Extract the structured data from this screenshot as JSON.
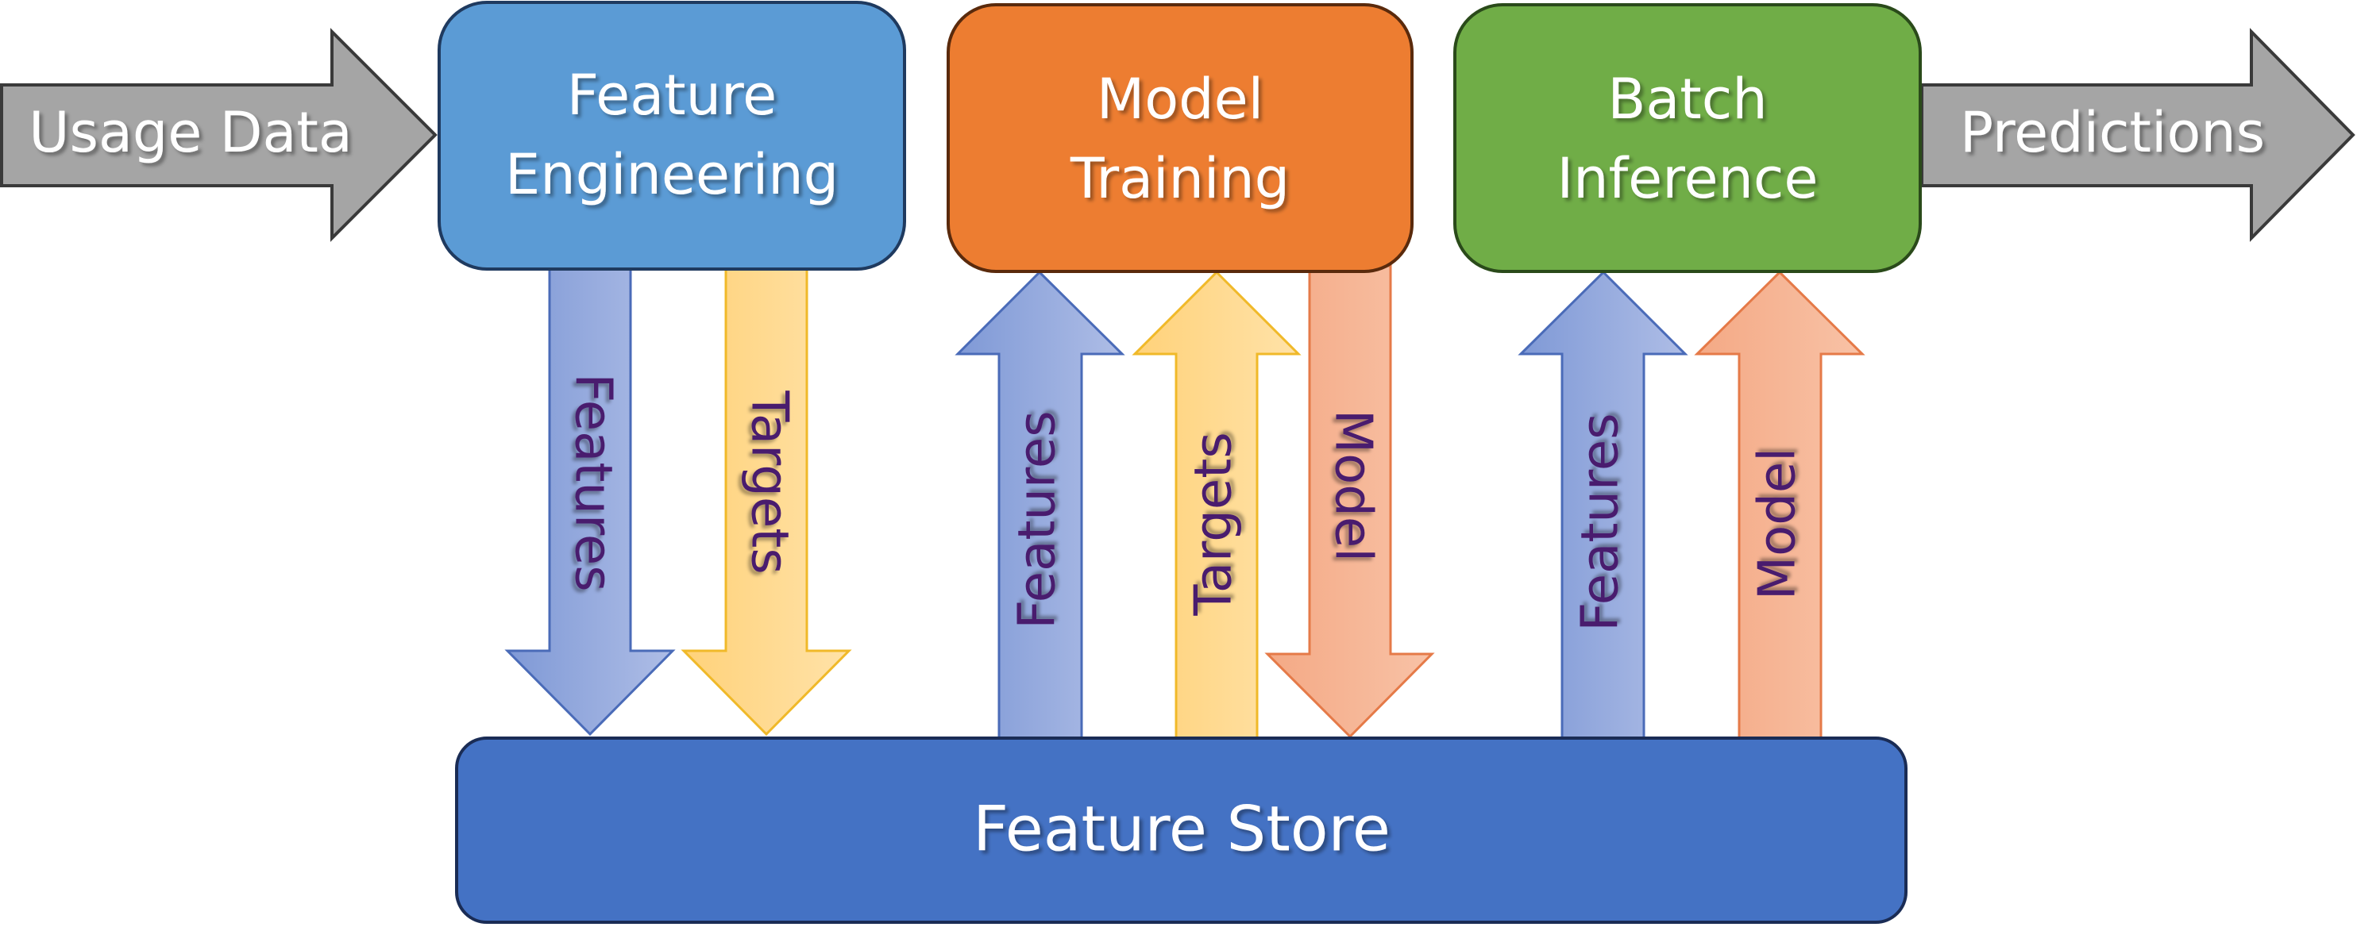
{
  "inputs": {
    "usage_data": "Usage Data",
    "predictions": "Predictions"
  },
  "stages": {
    "feature_engineering": [
      "Feature",
      "Engineering"
    ],
    "model_training": [
      "Model",
      "Training"
    ],
    "batch_inference": [
      "Batch",
      "Inference"
    ]
  },
  "store": {
    "label": "Feature Store"
  },
  "arrows": {
    "fe_features": "Features",
    "fe_targets": "Targets",
    "mt_features": "Features",
    "mt_targets": "Targets",
    "mt_model": "Model",
    "bi_features": "Features",
    "bi_model": "Model"
  },
  "colors": {
    "feature_engineering": "#5b9bd5",
    "model_training": "#ed7d31",
    "batch_inference": "#70ad47",
    "feature_store": "#4472c4",
    "gray_arrow": "#a5a5a5",
    "features_arrow": "#8faadc",
    "targets_arrow": "#ffd385",
    "model_arrow": "#f4b183",
    "arrow_text": "#4a1d6e"
  }
}
